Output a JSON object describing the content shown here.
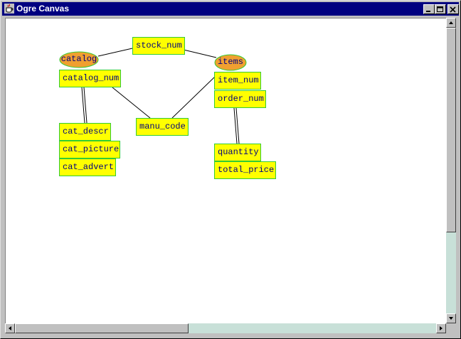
{
  "window": {
    "title": "Ogre Canvas"
  },
  "diagram": {
    "entities": [
      {
        "id": "catalog",
        "label": "catalog"
      },
      {
        "id": "items",
        "label": "items"
      }
    ],
    "fields": [
      {
        "id": "stock_num",
        "label": "stock_num"
      },
      {
        "id": "catalog_num",
        "label": "catalog_num"
      },
      {
        "id": "manu_code",
        "label": "manu_code"
      },
      {
        "id": "item_num",
        "label": "item_num"
      },
      {
        "id": "order_num",
        "label": "order_num"
      },
      {
        "id": "cat_descr",
        "label": "cat_descr"
      },
      {
        "id": "cat_picture",
        "label": "cat_picture"
      },
      {
        "id": "cat_advert",
        "label": "cat_advert"
      },
      {
        "id": "quantity",
        "label": "quantity"
      },
      {
        "id": "total_price",
        "label": "total_price"
      }
    ]
  },
  "colors": {
    "node_fill": "#ffff00",
    "node_border": "#33cc33",
    "entity_fill": "#f0a030",
    "title_bar": "#000080",
    "scroll_track": "#c8e0d8"
  },
  "icons": [
    "java-cup-icon",
    "minimize-icon",
    "maximize-icon",
    "close-icon",
    "arrow-up-icon",
    "arrow-down-icon",
    "arrow-left-icon",
    "arrow-right-icon"
  ]
}
